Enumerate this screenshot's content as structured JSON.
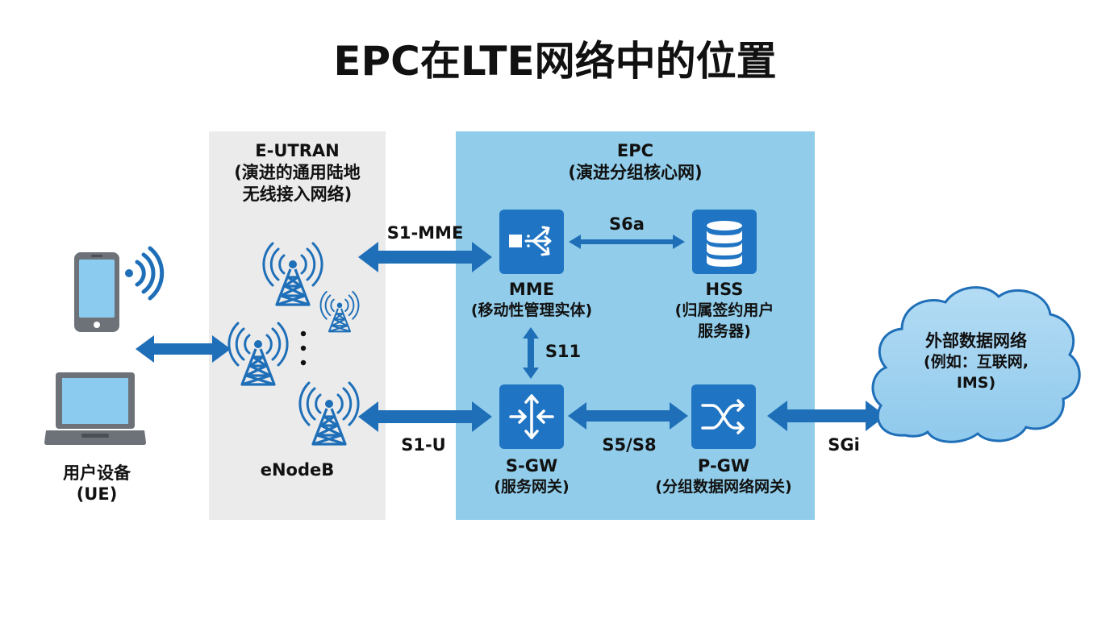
{
  "title": "EPC在LTE网络中的位置",
  "ue": {
    "label_line1": "用户设备",
    "label_line2": "(UE)"
  },
  "eutran": {
    "title_line1": "E-UTRAN",
    "title_line2": "(演进的通用陆地",
    "title_line3": "无线接入网络)",
    "enodeb_label": "eNodeB"
  },
  "epc": {
    "title_line1": "EPC",
    "title_line2": "(演进分组核心网)"
  },
  "nodes": {
    "mme": {
      "name": "MME",
      "desc": "(移动性管理实体)"
    },
    "hss": {
      "name": "HSS",
      "desc_line1": "(归属签约用户",
      "desc_line2": "服务器)"
    },
    "sgw": {
      "name": "S-GW",
      "desc": "(服务网关)"
    },
    "pgw": {
      "name": "P-GW",
      "desc": "(分组数据网络网关)"
    }
  },
  "external_network": {
    "line1": "外部数据网络",
    "line2": "(例如：互联网,",
    "line3": "IMS)"
  },
  "interfaces": {
    "s1_mme": "S1-MME",
    "s6a": "S6a",
    "s11": "S11",
    "s1_u": "S1-U",
    "s5_s8": "S5/S8",
    "sgi": "SGi"
  },
  "colors": {
    "eutran_background": "#ebebeb",
    "epc_background": "#91cdea",
    "node_tile": "#1f74c3",
    "arrow": "#1f6fb8",
    "cloud_fill": "#9fd2ef",
    "cloud_stroke": "#1f6fb8",
    "device": "#6d7278",
    "device_screen": "#8ccbf0"
  },
  "icons": {
    "ue": [
      "smartphone-icon",
      "wifi-signal-icon",
      "laptop-icon"
    ],
    "enodeb": "radio-tower-icon",
    "mme": "signaling-router-icon",
    "hss": "database-icon",
    "sgw": "converging-arrows-icon",
    "pgw": "crossing-arrows-icon",
    "external_network": "cloud-icon"
  }
}
